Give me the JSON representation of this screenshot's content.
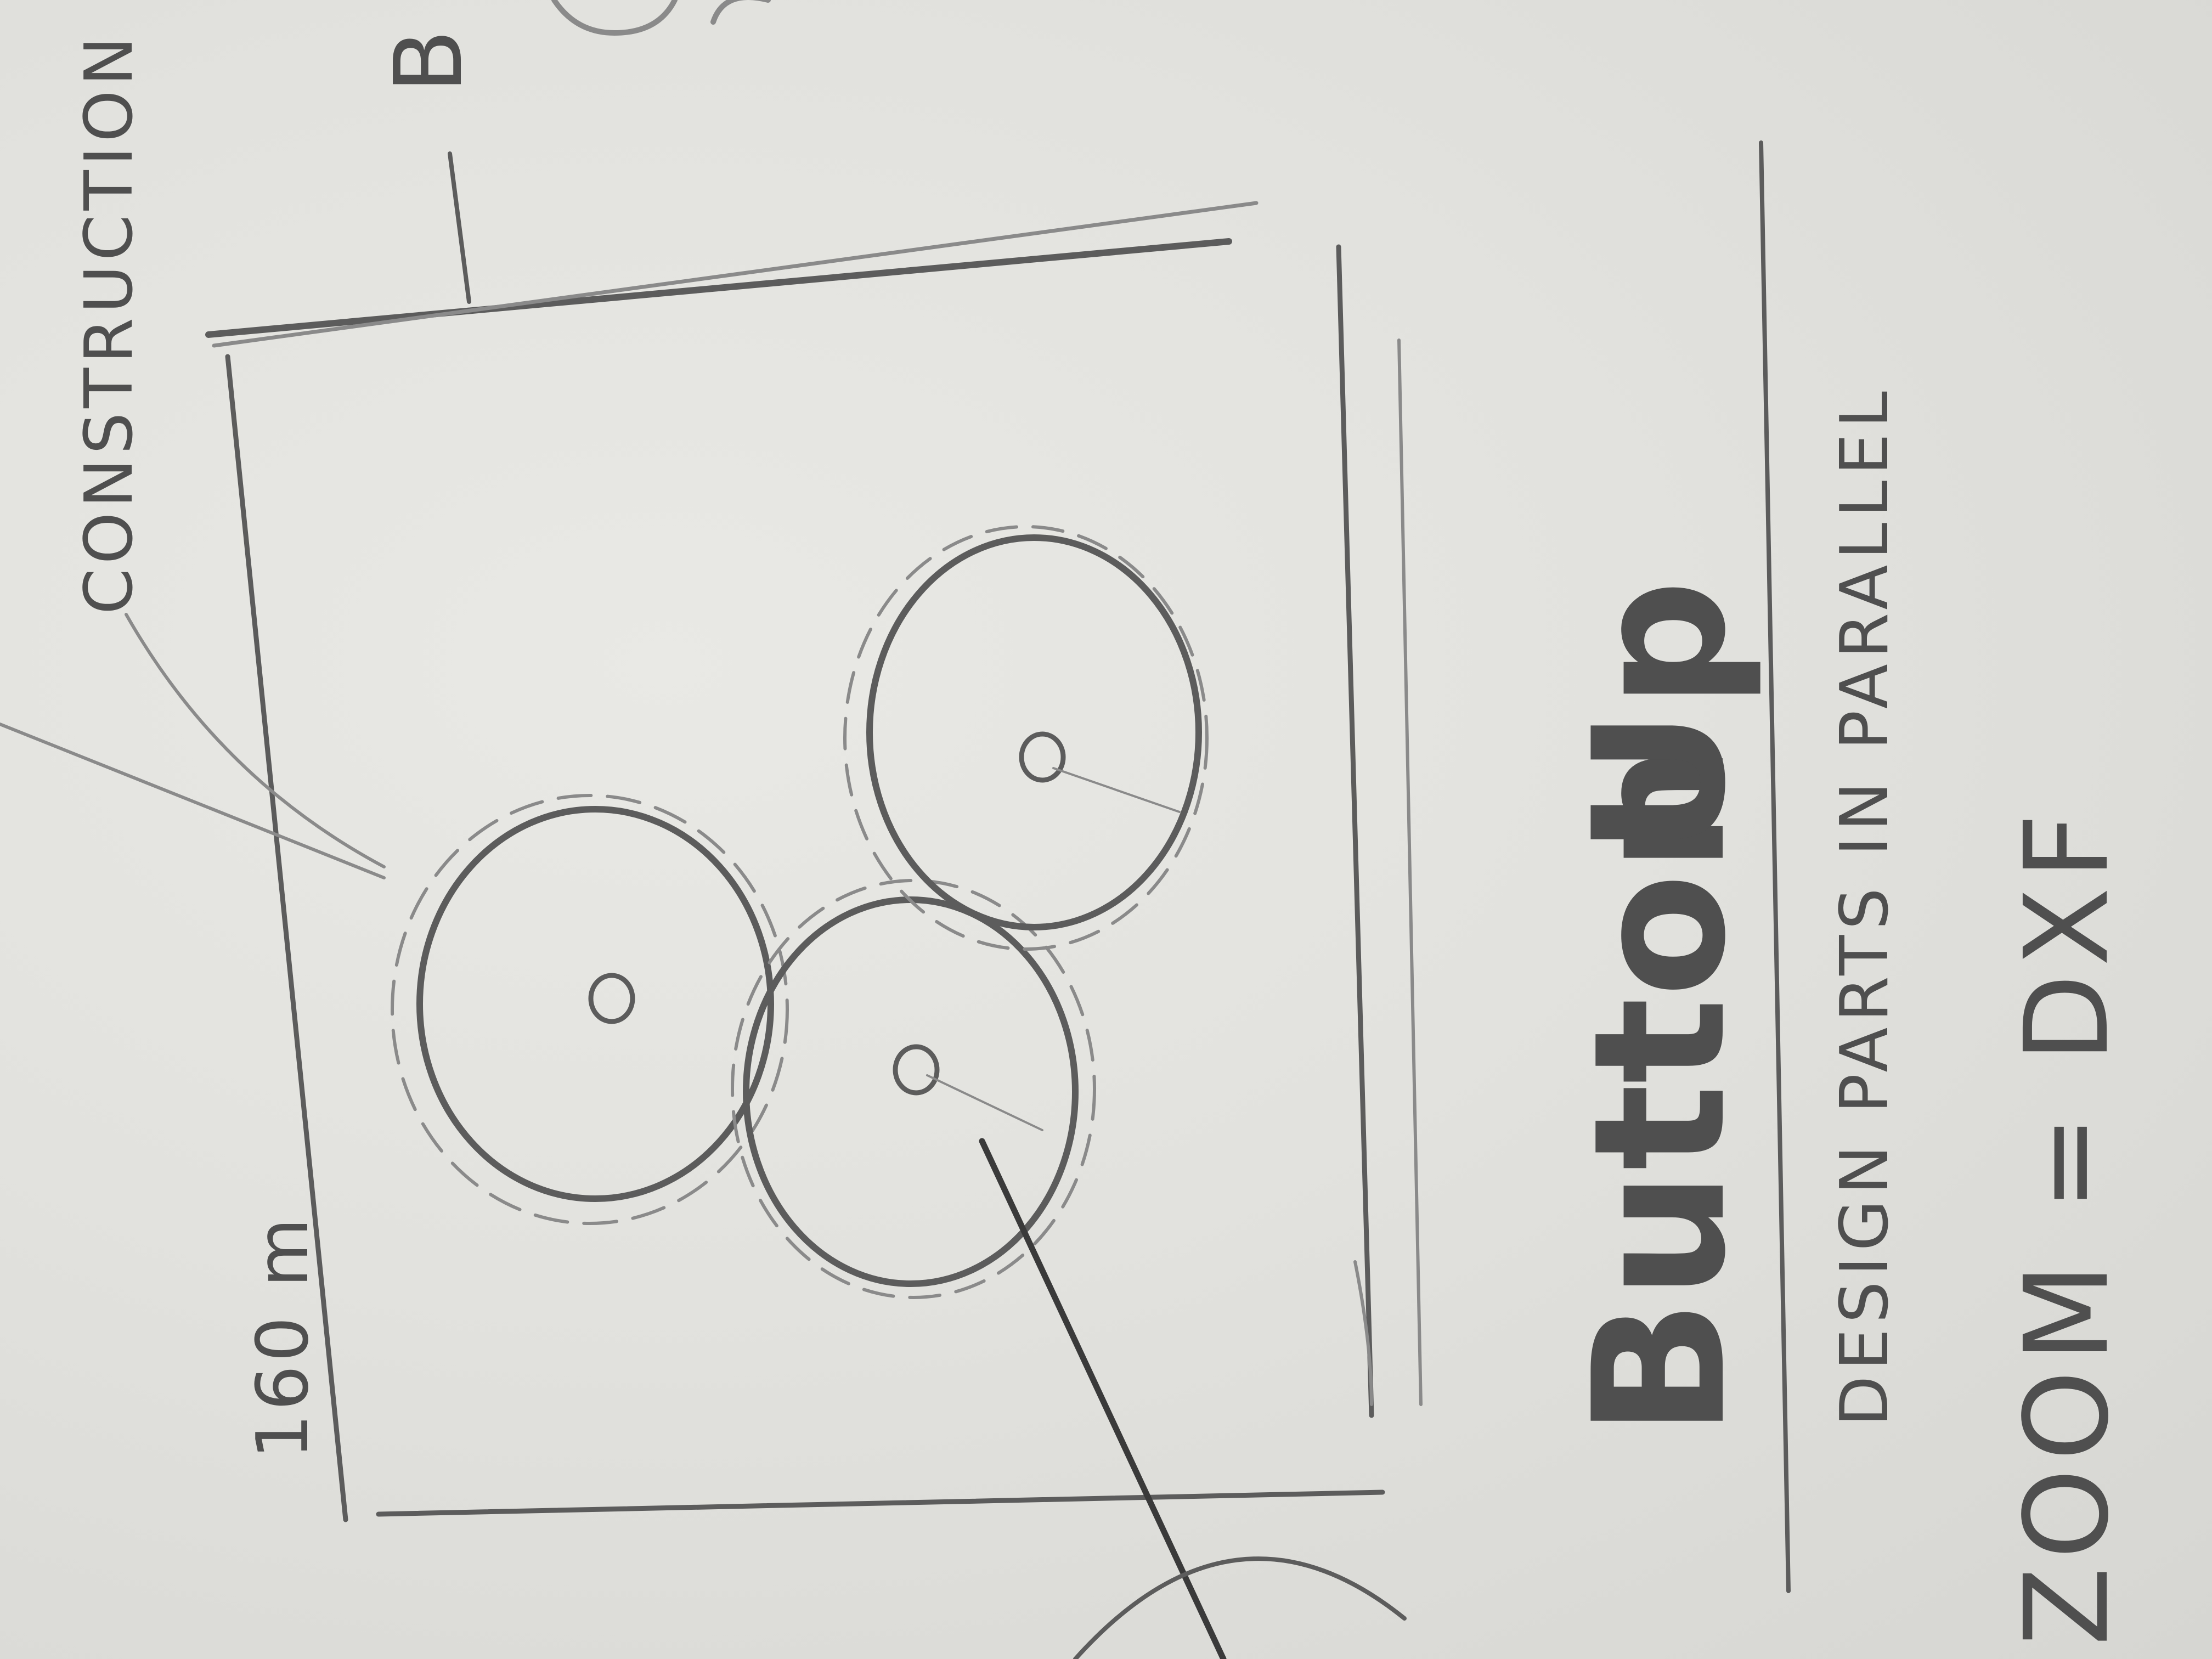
{
  "sketch": {
    "labels": {
      "construction": "CONSTRUCTION",
      "dimension": "160 m",
      "title_word1": "Button",
      "title_word2": "Up",
      "note_line1": "DESIGN PARTS IN PARALLEL",
      "note_line2": "ZOOM = DXF",
      "corner_mark": "B"
    },
    "ink_color": "#4f4f4f",
    "paper_color": "#e4e4e0"
  }
}
